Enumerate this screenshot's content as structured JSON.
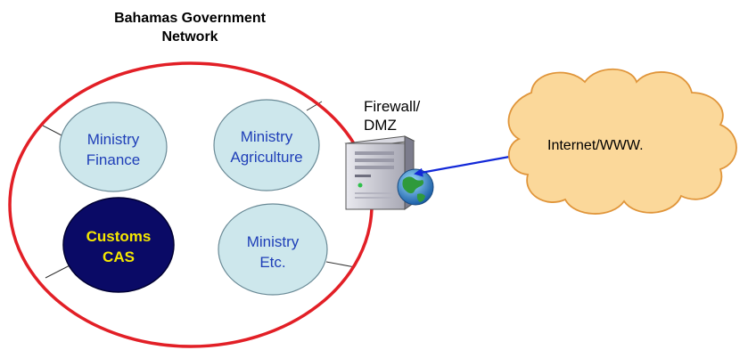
{
  "title": {
    "line1": "Bahamas Government",
    "line2": "Network"
  },
  "nodes": {
    "finance": {
      "line1": "Ministry",
      "line2": "Finance",
      "fill": "#cde7ec",
      "text_color": "#1f3fb8"
    },
    "agriculture": {
      "line1": "Ministry",
      "line2": "Agriculture",
      "fill": "#cde7ec",
      "text_color": "#1f3fb8"
    },
    "customs": {
      "line1": "Customs",
      "line2": "CAS",
      "fill": "#0a0a66",
      "text_color": "#f5e800"
    },
    "etc": {
      "line1": "Ministry",
      "line2": "Etc.",
      "fill": "#cde7ec",
      "text_color": "#1f3fb8"
    }
  },
  "firewall": {
    "line1": "Firewall/",
    "line2": "DMZ",
    "icon": "server-globe-icon"
  },
  "internet": {
    "label": "Internet/WWW.",
    "fill": "#fbd89a",
    "stroke": "#e0953a"
  },
  "colors": {
    "network_ring": "#e21f26",
    "link_arrow": "#1228d8",
    "node_stroke": "#6a8a96"
  }
}
